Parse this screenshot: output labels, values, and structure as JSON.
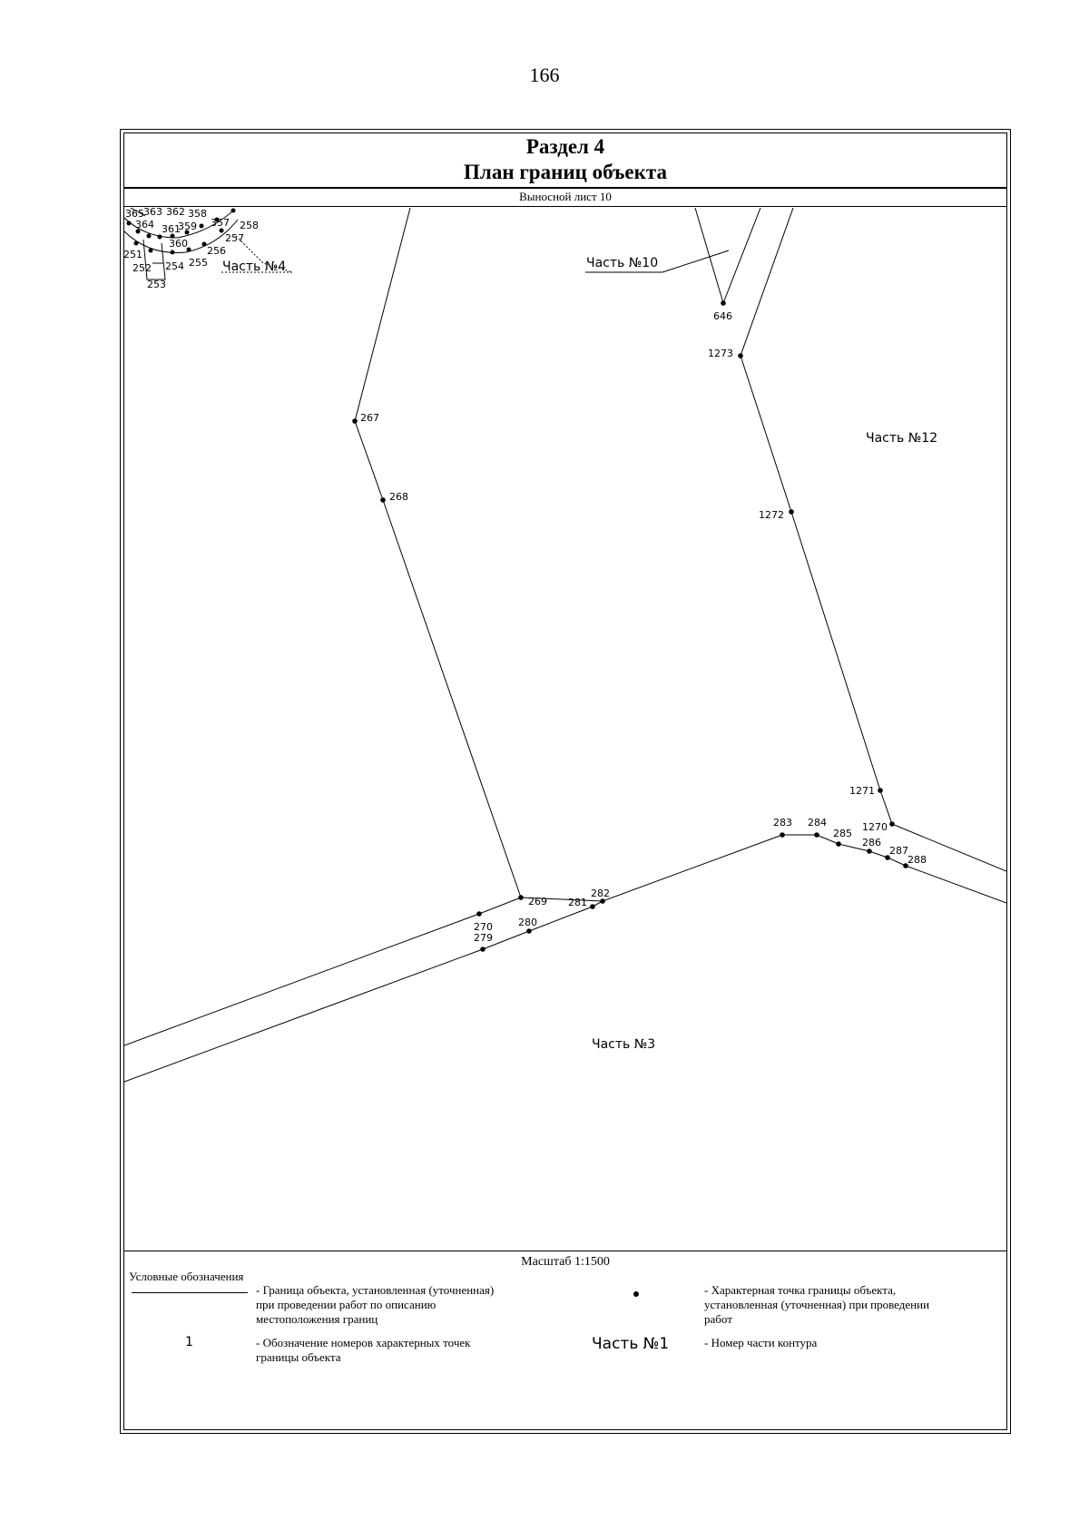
{
  "page_number": "166",
  "header": {
    "section": "Раздел 4",
    "title": "План границ объекта",
    "sheet": "Выносной лист 10"
  },
  "map": {
    "part_labels": [
      "Часть №4",
      "Часть №10",
      "Часть №12",
      "Часть №3"
    ],
    "points": [
      "365",
      "363",
      "362",
      "358",
      "364",
      "361",
      "359",
      "357",
      "258",
      "360",
      "257",
      "251",
      "256",
      "252",
      "254",
      "255",
      "253",
      "646",
      "1273",
      "267",
      "268",
      "1272",
      "1271",
      "283",
      "284",
      "285",
      "1270",
      "286",
      "287",
      "288",
      "281",
      "282",
      "269",
      "270",
      "280",
      "279"
    ]
  },
  "scale": "Масштаб 1:1500",
  "legend": {
    "heading": "Условные обозначения",
    "boundary_text": [
      "- Граница  объекта, установленная (уточненная)",
      "при проведении работ по описанию",
      "местоположения границ"
    ],
    "point_text": [
      "- Характерная точка границы объекта,",
      "установленная (уточненная) при проведении",
      "работ"
    ],
    "number_sample": "1",
    "number_text": [
      "- Обозначение номеров характерных точек",
      "границы объекта"
    ],
    "part_sample": "Часть №1",
    "part_text": "- Номер части контура"
  }
}
